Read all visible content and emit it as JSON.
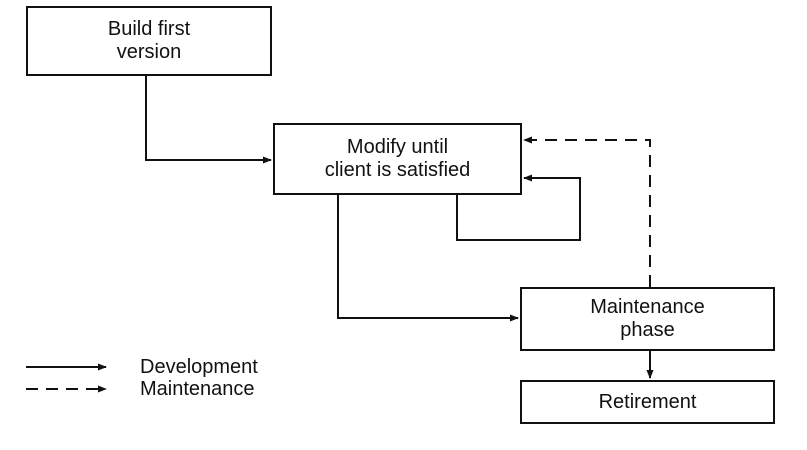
{
  "nodes": {
    "build": "Build first\nversion",
    "modify": "Modify until\nclient is satisfied",
    "maintenance": "Maintenance\nphase",
    "retirement": "Retirement"
  },
  "legend": {
    "development": "Development",
    "maintenance": "Maintenance"
  },
  "colors": {
    "stroke": "#111111",
    "background": "#ffffff"
  }
}
